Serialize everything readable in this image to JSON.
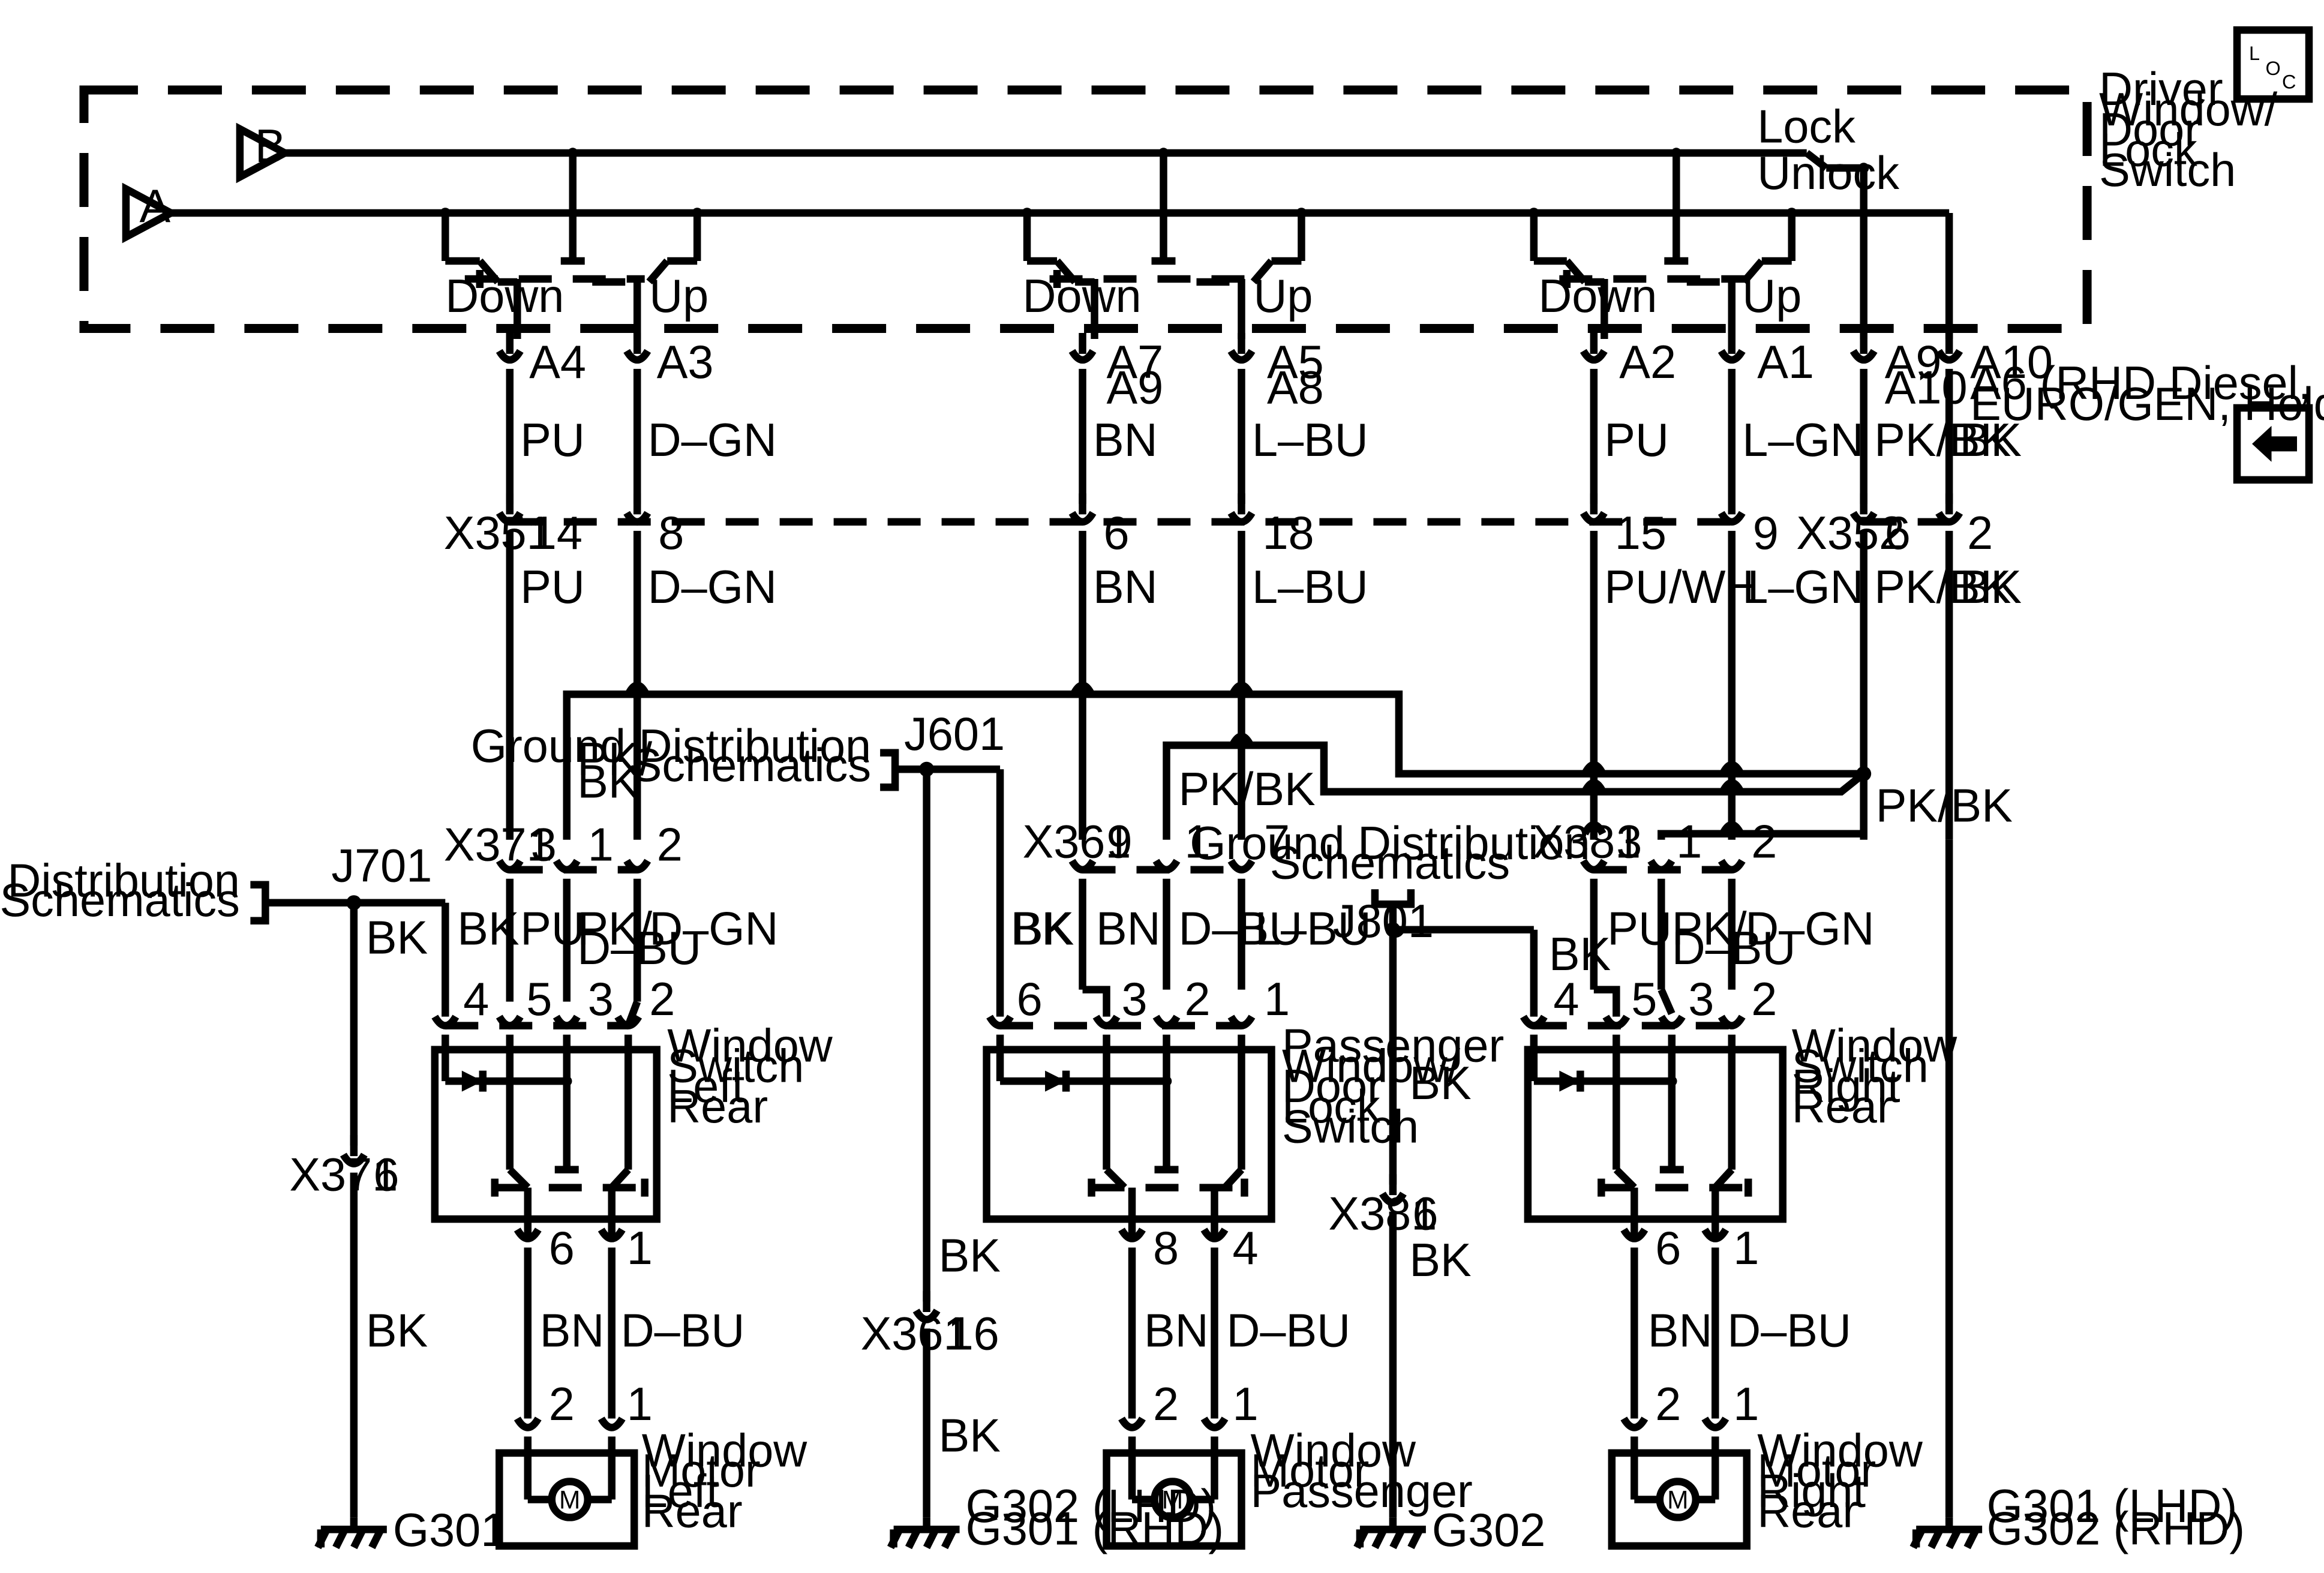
{
  "side_icons": {
    "loc_letters": [
      "L",
      "O",
      "C"
    ],
    "back_icon": "arrow-left-icon"
  },
  "driver_switch": {
    "title": [
      "Driver",
      "Window/",
      "Door",
      "Lock",
      "Switch"
    ],
    "input_a": "A",
    "input_b": "B",
    "lock": "Lock",
    "unlock": "Unlock",
    "down": "Down",
    "up": "Up"
  },
  "upper_pins": {
    "lr_down": "A4",
    "lr_up": "A3",
    "ps_down": [
      "A7",
      "A9"
    ],
    "ps_up": [
      "A5",
      "A8"
    ],
    "rr_down": "A2",
    "rr_up": "A1",
    "lock_pin": [
      "A9",
      "A10"
    ],
    "gnd_pin": [
      "A10",
      "A6 (RHD Diesel,",
      "EURO/GEN, Holden)"
    ]
  },
  "upper_colors": [
    "PU",
    "D–GN",
    "BN",
    "L–BU",
    "PU",
    "L–GN",
    "PK/BK",
    "BK"
  ],
  "x351": {
    "name": "X351",
    "pins": [
      "14",
      "8",
      "6",
      "18",
      "15",
      "9"
    ]
  },
  "x352": {
    "name": "X352",
    "pins": [
      "6",
      "2"
    ]
  },
  "mid_colors": [
    "PU",
    "D–GN",
    "BN",
    "L–BU",
    "PU/WH",
    "L–GN",
    "PK/BK",
    "BK"
  ],
  "bus": {
    "pkbk_left": [
      "PK/",
      "BK"
    ],
    "pkbk_center": "PK/BK",
    "pkbk_right": "PK/BK"
  },
  "left": {
    "gnd_ref": [
      "Ground Distribution",
      "Schematics"
    ],
    "splice": "J701",
    "conn": "X371",
    "conn_pins": [
      "3",
      "1",
      "2"
    ],
    "wires": [
      "BK",
      "PU",
      [
        "PK/",
        "D–BU"
      ],
      "D–GN"
    ],
    "sw_pins": [
      "4",
      "5",
      "3",
      "2"
    ],
    "name": [
      "Window",
      "Switch",
      "Left",
      "Rear"
    ],
    "out_pins": [
      "6",
      "1"
    ],
    "out_colors": [
      "BN",
      "D–BU"
    ],
    "motor_pins": [
      "2",
      "1"
    ],
    "motor": [
      "Window",
      "Motor",
      "Left",
      "Rear"
    ],
    "motor_symbol": "M",
    "gnd_wire": "BK",
    "gnd_conn": "X371",
    "gnd_conn_pin": "6",
    "gnd_wire2": "BK",
    "ground": "G301"
  },
  "center": {
    "gnd_ref": [
      "Ground Distribution",
      "Schematics"
    ],
    "splice": "J601",
    "conn": "X361",
    "conn_pins": [
      "9",
      "1",
      "7"
    ],
    "wires": [
      "BK",
      "BN",
      "D–BU",
      "L–BU"
    ],
    "sw_pins": [
      "6",
      "3",
      "2",
      "1"
    ],
    "name": [
      "Passenger",
      "Window/",
      "Door",
      "Lock",
      "Switch"
    ],
    "out_pins": [
      "8",
      "4"
    ],
    "out_colors": [
      "BN",
      "D–BU"
    ],
    "motor_pins": [
      "2",
      "1"
    ],
    "motor": [
      "Window",
      "Motor",
      "Passenger"
    ],
    "motor_symbol": "M",
    "gnd_wire": "BK",
    "gnd_conn": "X361",
    "gnd_conn_pin": "16",
    "gnd_wire2": "BK",
    "ground": [
      "G302 (LHD)",
      "G301 (RHD)"
    ]
  },
  "right_gnd": {
    "gnd_ref": [
      "Ground Distribution",
      "Schematics"
    ],
    "splice": "J801",
    "wire": "BK",
    "conn": "X381",
    "conn_pin": "6",
    "wire2": "BK",
    "ground": "G302"
  },
  "right": {
    "conn": "X381",
    "conn_pins": [
      "3",
      "1",
      "2"
    ],
    "wires": [
      "BK",
      "PU",
      [
        "PK/",
        "D–BU"
      ],
      "D–GN"
    ],
    "sw_pins": [
      "4",
      "5",
      "3",
      "2"
    ],
    "name": [
      "Window",
      "Switch",
      "Right",
      "Rear"
    ],
    "out_pins": [
      "6",
      "1"
    ],
    "out_colors": [
      "BN",
      "D–BU"
    ],
    "motor_pins": [
      "2",
      "1"
    ],
    "motor": [
      "Window",
      "Motor",
      "Right",
      "Rear"
    ],
    "motor_symbol": "M"
  },
  "far_right": {
    "ground": [
      "G301 (LHD)",
      "G302 (RHD)"
    ]
  }
}
